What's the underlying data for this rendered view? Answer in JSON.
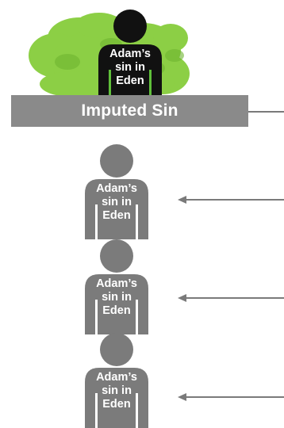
{
  "colors": {
    "top_figure": "#111111",
    "top_figure_stripes": "#5fbf3a",
    "figures": "#7b7b7b",
    "banner": "#8a8a8a",
    "arrows": "#7a7a7a",
    "tree_foliage": "#8ccf45"
  },
  "banner": {
    "label": "Imputed Sin"
  },
  "top_figure": {
    "line1": "Adam’s",
    "line2": "sin in",
    "line3": "Eden"
  },
  "figures": [
    {
      "line1": "Adam’s",
      "line2": "sin in",
      "line3": "Eden"
    },
    {
      "line1": "Adam’s",
      "line2": "sin in",
      "line3": "Eden"
    },
    {
      "line1": "Adam’s",
      "line2": "sin in",
      "line3": "Eden"
    }
  ]
}
